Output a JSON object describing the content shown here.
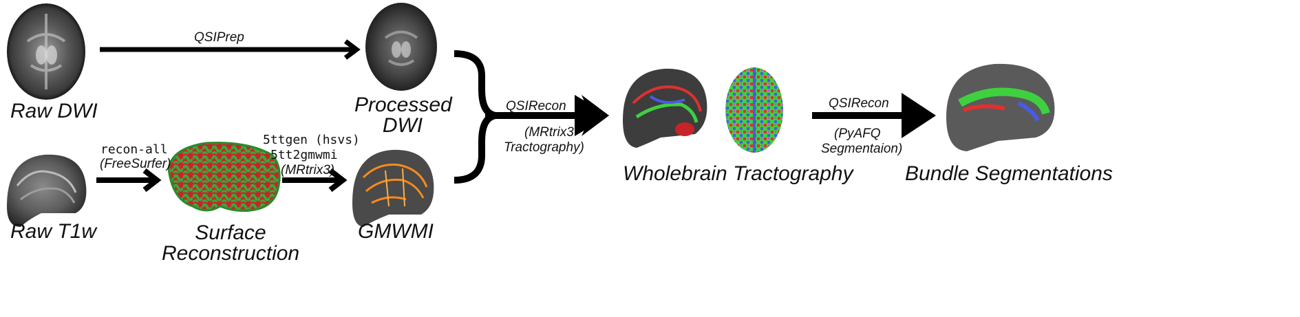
{
  "nodes": {
    "raw_dwi": "Raw DWI",
    "processed_dwi_line1": "Processed",
    "processed_dwi_line2": "DWI",
    "raw_t1w": "Raw T1w",
    "surface_recon_line1": "Surface",
    "surface_recon_line2": "Reconstruction",
    "gmwmi": "GMWMI",
    "wholebrain": "Wholebrain Tractography",
    "bundles": "Bundle Segmentations"
  },
  "edges": {
    "qsiprep": "QSIPrep",
    "reconall_cmd": "recon-all",
    "reconall_tool": "(FreeSurfer)",
    "fivett_cmd1": "5ttgen (hsvs)",
    "fivett_cmd2": "5tt2gmwmi",
    "fivett_tool": "(MRtrix3)",
    "qsirecon1_name": "QSIRecon",
    "qsirecon1_line2": "(MRtrix3",
    "qsirecon1_line3": "Tractography)",
    "qsirecon2_name": "QSIRecon",
    "qsirecon2_line2": "(PyAFQ",
    "qsirecon2_line3": "Segmentaion)"
  },
  "colors": {
    "arrow": "#000000",
    "surface_red": "#c8232a",
    "surface_green": "#3aa83a",
    "gmwmi_orange": "#ff8a1a",
    "tract_green": "#3fd040",
    "tract_red": "#e03030",
    "tract_blue": "#4a5ae8"
  }
}
